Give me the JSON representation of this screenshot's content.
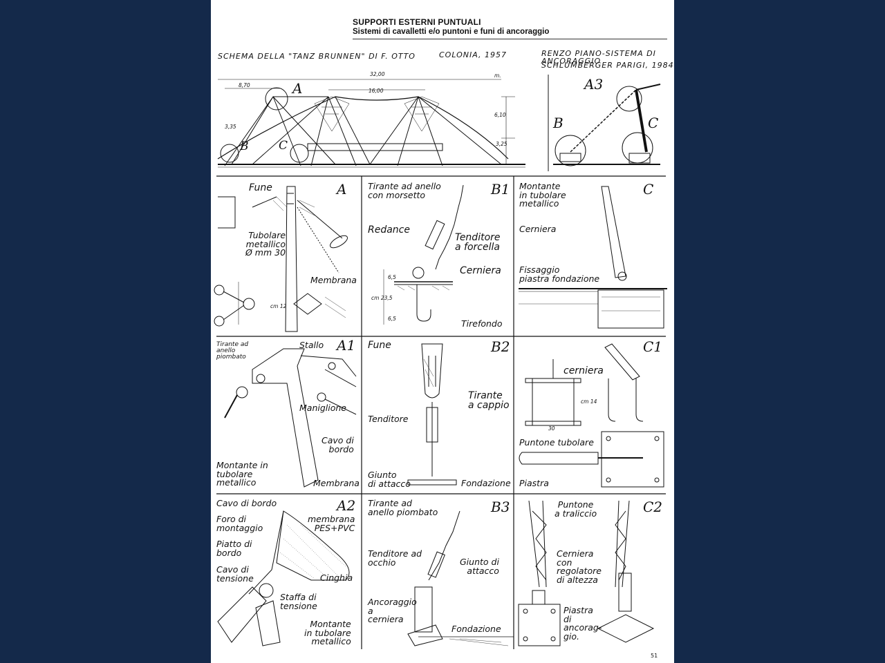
{
  "header": {
    "title": "SUPPORTI ESTERNI PUNTUALI",
    "subtitle": "Sistemi di cavalletti e/o puntoni e funi di ancoraggio"
  },
  "top_left": {
    "caption": "SCHEMA DELLA \"TANZ BRUNNEN\" DI F. OTTO",
    "place": "COLONIA, 1957",
    "dim_total": "32,00",
    "dim_unit": "m.",
    "dim_inner": "16,00",
    "dim_left": "8,70",
    "dim_h1": "6,10",
    "dim_h2": "3,35",
    "dim_h3": "3,25",
    "labels": [
      "A",
      "B",
      "C"
    ]
  },
  "top_right": {
    "caption_line1": "RENZO PIANO-SISTEMA DI ANCORAGGIO",
    "caption_line2": "SCHLUMBERGER PARIGI, 1984",
    "labels": [
      "A3",
      "B",
      "C"
    ]
  },
  "panels": {
    "A": {
      "letter": "A",
      "fune": "Fune",
      "tubolare": "Tubolare\nmetallico\nØ mm 30",
      "membrana": "Membrana",
      "dim": "cm 12"
    },
    "B1": {
      "letter": "B1",
      "tirante": "Tirante ad anello\ncon morsetto",
      "redance": "Redance",
      "tenditore": "Tenditore\na forcella",
      "cerniera": "Cerniera",
      "tirefondo": "Tirefondo",
      "d1": "6,5",
      "d2": "cm 23,5",
      "d3": "6,5"
    },
    "C": {
      "letter": "C",
      "montante": "Montante\nin tubolare\nmetallico",
      "cerniera": "Cerniera",
      "fissaggio": "Fissaggio\npiastra fondazione"
    },
    "A1": {
      "letter": "A1",
      "tirante": "Tirante ad\nanello\npiombato",
      "stallo": "Stallo",
      "maniglione": "Maniglione",
      "cavo": "Cavo di\nbordo",
      "montante": "Montante in\ntubolare\nmetallico",
      "membrana": "Membrana"
    },
    "B2": {
      "letter": "B2",
      "fune": "Fune",
      "tirante": "Tirante\na cappio",
      "tenditore": "Tenditore",
      "giunto": "Giunto\ndi attacco",
      "fondazione": "Fondazione"
    },
    "C1": {
      "letter": "C1",
      "cerniera": "cerniera",
      "dim1": "cm 14",
      "dim2": "30",
      "puntone": "Puntone tubolare",
      "piastra": "Piastra"
    },
    "A2": {
      "letter": "A2",
      "cavo": "Cavo di bordo",
      "foro": "Foro di\nmontaggio",
      "piatto": "Piatto di\nbordo",
      "cavo_tensione": "Cavo di\ntensione",
      "membrana": "membrana\nPES+PVC",
      "cinghia": "Cinghia",
      "staffa": "Staffa di\ntensione",
      "montante": "Montante\nin tubolare\nmetallico"
    },
    "B3": {
      "letter": "B3",
      "tirante": "Tirante ad\nanello piombato",
      "tenditore": "Tenditore ad\nocchio",
      "giunto": "Giunto di\nattacco",
      "ancoraggio": "Ancoraggio\na\ncerniera",
      "fondazione": "Fondazione"
    },
    "C2": {
      "letter": "C2",
      "puntone": "Puntone\na traliccio",
      "cerniera": "Cerniera\ncon\nregolatore\ndi altezza",
      "piastra": "Piastra\ndi\nancorag-\ngio."
    }
  },
  "page_number": "51"
}
